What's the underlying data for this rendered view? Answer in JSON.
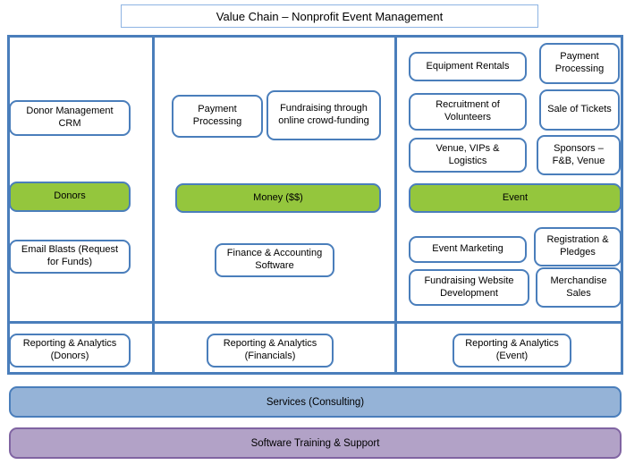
{
  "title": "Value Chain – Nonprofit Event Management",
  "colors": {
    "line": "#4a7ebb",
    "box_border": "#4a7ebb",
    "green_fill": "#94c63d",
    "services_fill": "#95b3d7",
    "services_border": "#4a7ebb",
    "training_fill": "#b2a2c7",
    "training_border": "#8064a2"
  },
  "columns": {
    "donors": {
      "crm": "Donor Management CRM",
      "core": "Donors",
      "email": "Email Blasts (Request for Funds)",
      "reporting": "Reporting & Analytics (Donors)"
    },
    "money": {
      "payment": "Payment Processing",
      "crowdfunding": "Fundraising through online crowd-funding",
      "core": "Money ($$)",
      "finance": "Finance & Accounting Software",
      "reporting": "Reporting & Analytics (Financials)"
    },
    "event": {
      "equipment": "Equipment Rentals",
      "payment": "Payment Processing",
      "recruitment": "Recruitment of Volunteers",
      "tickets": "Sale of Tickets",
      "venue": "Venue, VIPs & Logistics",
      "sponsors": "Sponsors – F&B, Venue",
      "core": "Event",
      "marketing": "Event Marketing",
      "registration": "Registration & Pledges",
      "website": "Fundraising Website Development",
      "merchandise": "Merchandise Sales",
      "reporting": "Reporting & Analytics (Event)"
    }
  },
  "footer": {
    "services": "Services (Consulting)",
    "training": "Software Training & Support"
  }
}
